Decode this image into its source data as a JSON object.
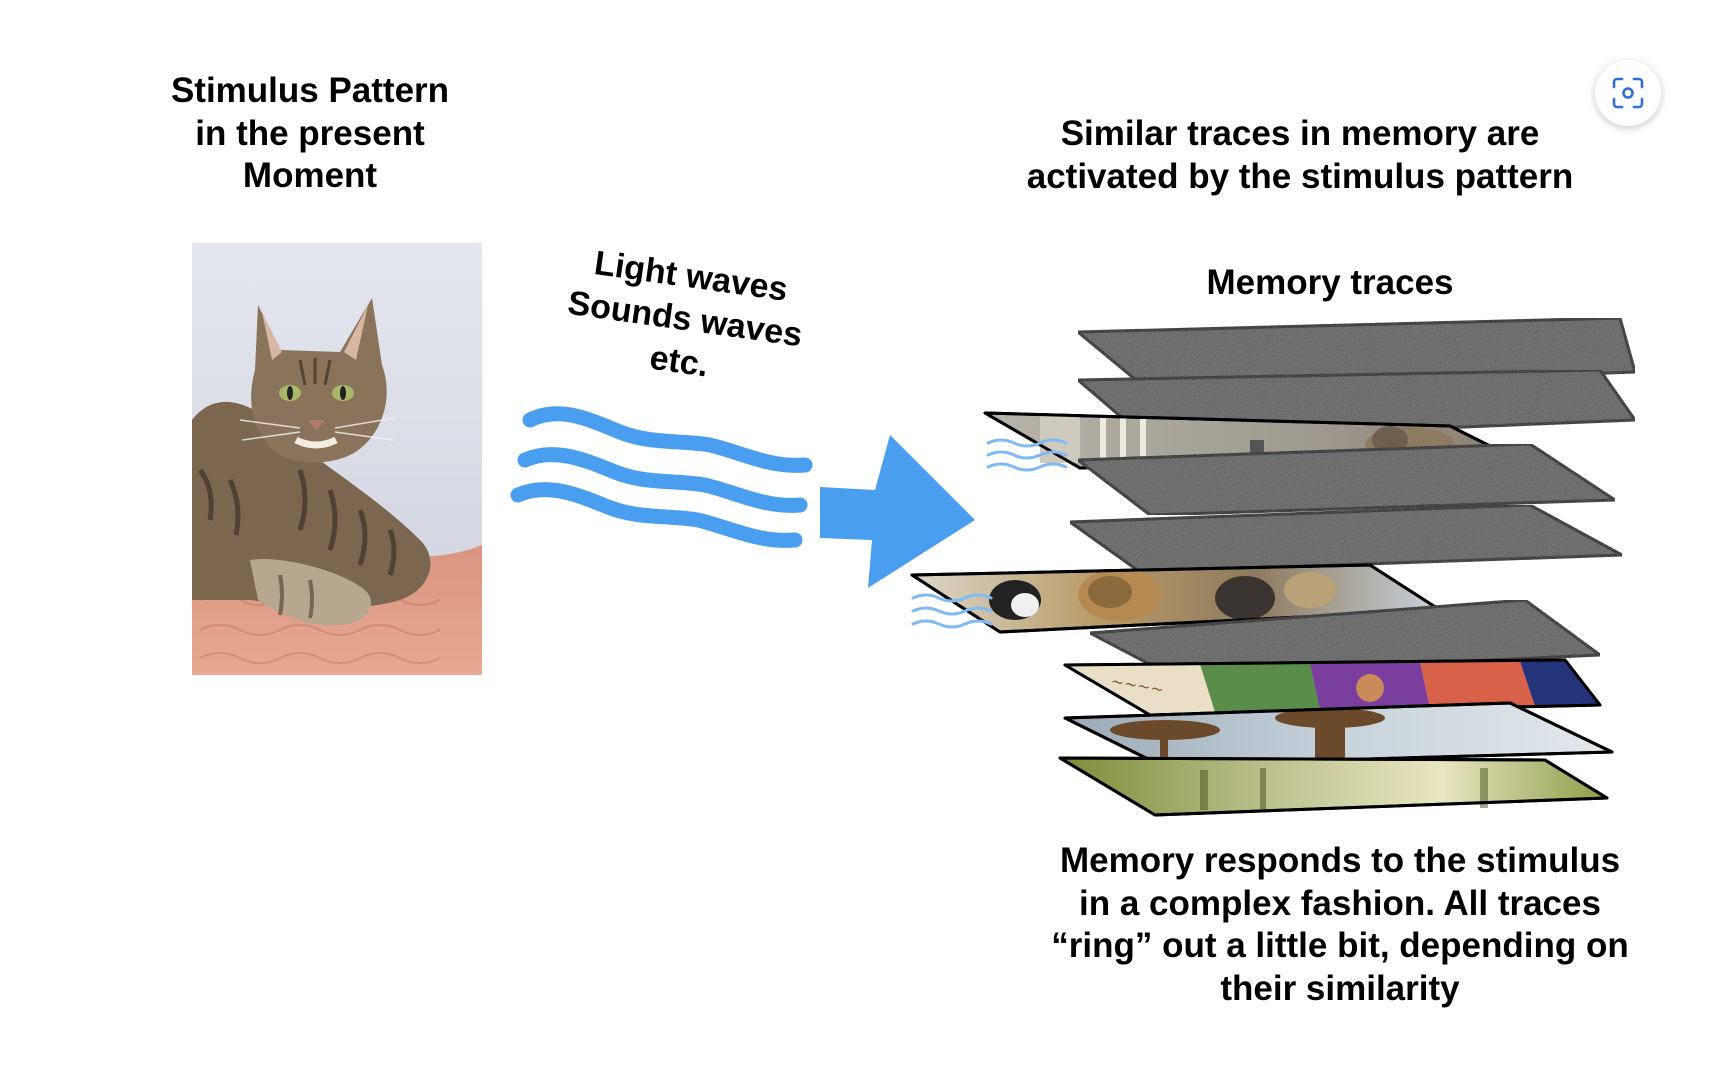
{
  "stimulus": {
    "title_lines": [
      "Stimulus Pattern",
      "in the present",
      "Moment"
    ]
  },
  "waves": {
    "label_lines": [
      "Light waves",
      "Sounds waves",
      "etc."
    ],
    "color": "#4a9ef0"
  },
  "memory": {
    "heading_lines": [
      "Similar traces in memory are",
      "activated by the stimulus pattern"
    ],
    "stack_label": "Memory traces",
    "caption_lines": [
      "Memory responds to the stimulus",
      "in a complex fashion. All traces",
      "“ring” out a little bit, depending on",
      "their similarity"
    ],
    "layers": [
      "blank",
      "blank",
      "building-cat",
      "blank",
      "blank",
      "cats",
      "blank",
      "book-covers",
      "tree-sky",
      "forest"
    ]
  },
  "icons": {
    "scan": "scan-lens-icon"
  }
}
